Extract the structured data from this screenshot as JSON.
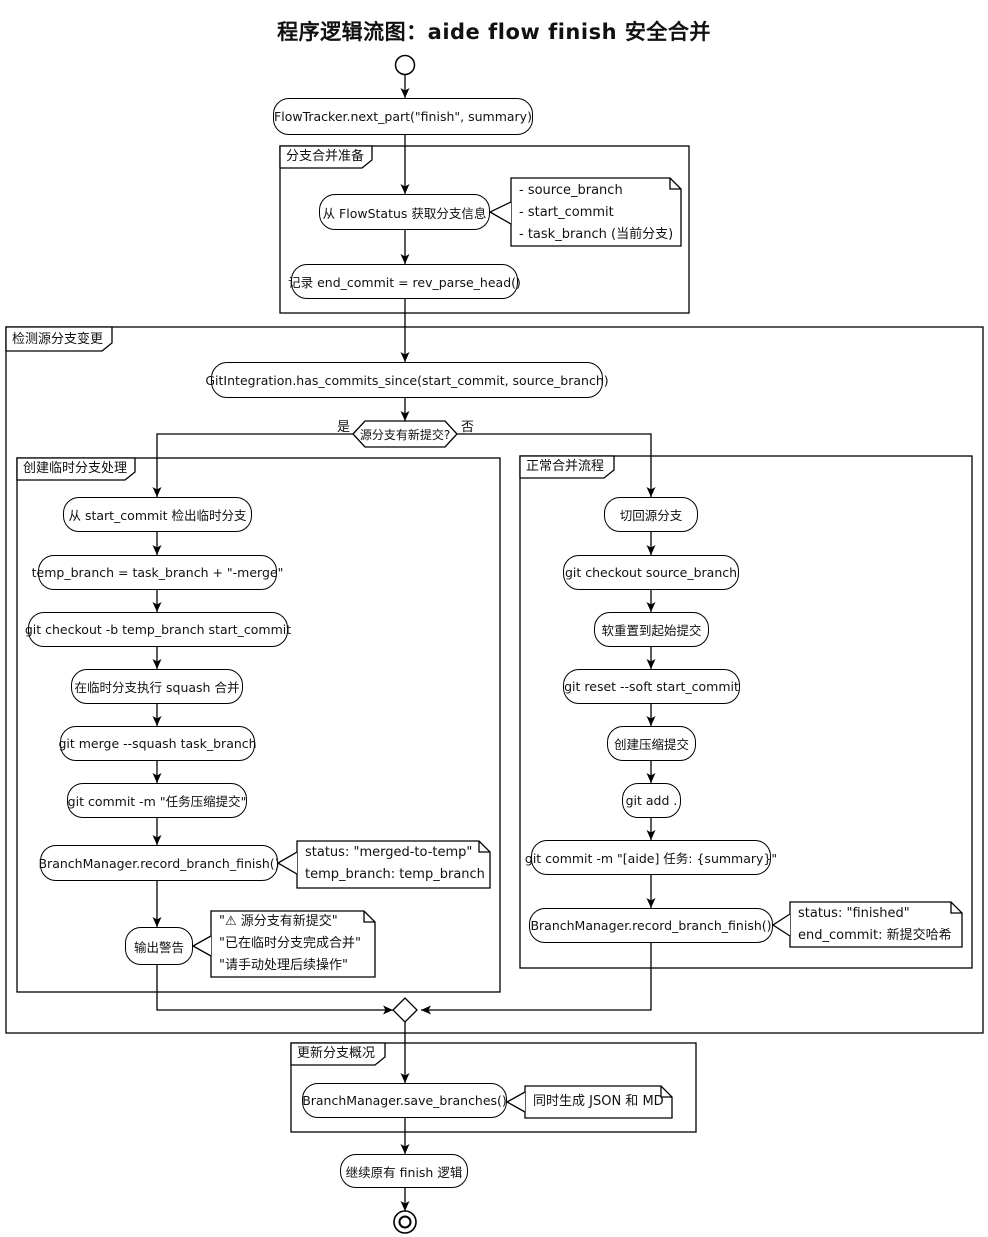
{
  "diagram_title": "程序逻辑流图：aide flow finish 安全合并",
  "partitions": {
    "prepare": "分支合并准备",
    "detect": "检测源分支变更",
    "temp_path": "创建临时分支处理",
    "normal_path": "正常合并流程",
    "update_overview": "更新分支概况"
  },
  "nodes": {
    "entry": "FlowTracker.next_part(\"finish\", summary)",
    "get_branch_info": "从 FlowStatus 获取分支信息",
    "record_end_commit": "记录 end_commit = rev_parse_head()",
    "has_commits_since": "GitIntegration.has_commits_since(start_commit, source_branch)",
    "checkout_temp": "从 start_commit 检出临时分支",
    "temp_branch_assign": "temp_branch = task_branch + \"-merge\"",
    "git_checkout_b": "git checkout -b temp_branch start_commit",
    "squash_on_temp": "在临时分支执行 squash 合并",
    "git_merge_squash": "git merge --squash task_branch",
    "git_commit_squash": "git commit -m \"任务压缩提交\"",
    "record_finish_left": "BranchManager.record_branch_finish()",
    "warn_output": "输出警告",
    "switch_back_source": "切回源分支",
    "git_checkout_source": "git checkout source_branch",
    "soft_reset": "软重置到起始提交",
    "git_reset_soft": "git reset --soft start_commit",
    "create_squash_commit": "创建压缩提交",
    "git_add": "git add .",
    "git_commit_aide": "git commit -m \"[aide] 任务: {summary}\"",
    "record_finish_right": "BranchManager.record_branch_finish()",
    "save_branches": "BranchManager.save_branches()",
    "continue_finish": "继续原有 finish 逻辑"
  },
  "decision": {
    "question": "源分支有新提交?",
    "yes": "是",
    "no": "否"
  },
  "notes": {
    "branch_info": [
      "- source_branch",
      "- start_commit",
      "- task_branch (当前分支)"
    ],
    "merged_to_temp": [
      "status: \"merged-to-temp\"",
      "temp_branch: temp_branch"
    ],
    "warning": [
      "\"⚠ 源分支有新提交\"",
      "\"已在临时分支完成合并\"",
      "\"请手动处理后续操作\""
    ],
    "finished": [
      "status: \"finished\"",
      "end_commit: 新提交哈希"
    ],
    "save_formats": [
      "同时生成 JSON 和 MD"
    ]
  }
}
